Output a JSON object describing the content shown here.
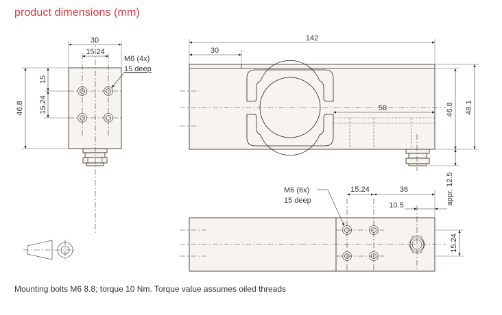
{
  "title": "product dimensions (mm)",
  "note": "Mounting bolts M6 8.8; torque 10 Nm. Torque value assumes oiled threads",
  "end_view": {
    "width": "30",
    "hole_spacing_x": "15.24",
    "height": "46.8",
    "top_offset": "15",
    "hole_spacing_y": "15.24",
    "thread_label": "M6 (4x)",
    "thread_depth": "15 deep"
  },
  "side_view": {
    "length": "142",
    "left_offset": "30",
    "gauge_length": "58",
    "height_a": "46.8",
    "height_b": "48.1",
    "appr_label": "appr. 12.5"
  },
  "bottom_view": {
    "thread_label": "M6 (6x)",
    "thread_depth": "15 deep",
    "hole_spacing_x": "15.24",
    "offset_36": "36",
    "offset_10_5": "10.5",
    "hole_spacing_y": "15.24"
  }
}
